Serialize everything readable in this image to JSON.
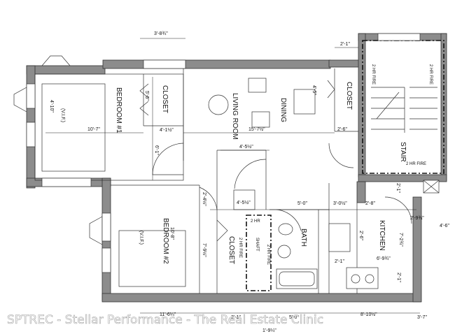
{
  "rooms": {
    "bedroom1": "BEDROOM #1",
    "closet1": "CLOSET",
    "living": "LIVING ROOM",
    "dining": "DINING",
    "closet2": "CLOSET",
    "stair": "STAIR",
    "bedroom2": "BEDROOM #2",
    "closet3": "CLOSET",
    "bath": "BATH",
    "kitchen": "KITCHEN",
    "shaft": "SHAFT"
  },
  "fire_labels": {
    "stair_left": "2 HR FIRE",
    "stair_right": "2 HR FIRE",
    "stair_bottom": "2 HR FIRE",
    "shaft_top": "2 HR",
    "shaft_left": "2 HR FIRE",
    "shaft_right": "2 HR FIRE"
  },
  "ceiling_notes": {
    "bedroom1": "(V.I.F.)",
    "bedroom2": "(V.I.F.)"
  },
  "dimensions": {
    "top_closet": "3'-8¾\"",
    "top_right": "2'-1\"",
    "bed1_depth": "4'-10\"",
    "bed1_width": "10'-7\"",
    "closet1_depth": "5'-0\"",
    "closet1_width": "4'-1½\"",
    "living_width": "15'-7½\"",
    "closet2_depth": "4'-5\"",
    "stair_gap": "2'-6\"",
    "hall_width": "6'-1\"",
    "hall_dim": "4'-5½\"",
    "bed2_gap": "2'-4½\"",
    "hall_closet": "4'-5½\"",
    "bath_width": "5'-0\"",
    "kitchen_a": "3'-0½\"",
    "kitchen_b": "2'-8\"",
    "kitchen_c": "2'-1\"",
    "kitchen_d": "2'-9¾\"",
    "far_right": "4'-6\"",
    "bed2_width": "10'-8\"",
    "closet3_depth": "7'-9½\"",
    "bath_depth": "2'-6\"",
    "kitchen_depth": "7'-2¾\"",
    "kitchen_small": "2'-1\"",
    "kitchen_width": "6'-9¾\"",
    "kitchen_side": "2'-1\"",
    "bottom_a": "11'-6¼\"",
    "bottom_b": "2'-1\"",
    "bottom_c": "1'-9¼\"",
    "bottom_d": "5'-0\"",
    "bottom_e": "8'-10½\"",
    "bottom_f": "3'-7\""
  },
  "watermark": "SPTREC - Stellar Performance - The Real Estate Clinic"
}
